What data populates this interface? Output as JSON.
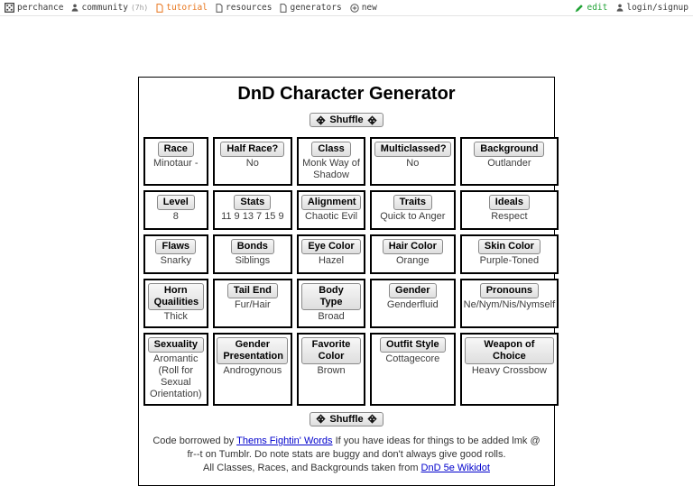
{
  "topbar": {
    "brand": "perchance",
    "community": {
      "label": "community",
      "suffix": "(7h)"
    },
    "tutorial_label": "tutorial",
    "resources_label": "resources",
    "generators_label": "generators",
    "new_label": "new",
    "edit_label": "edit",
    "login_label": "login/signup"
  },
  "colors": {
    "tutorial_orange": "#e8761e",
    "edit_green": "#21a336",
    "link_blue": "#0000cc",
    "cell_border": "#000000",
    "button_gray": "#e9e9e9"
  },
  "generator": {
    "title": "DnD Character Generator",
    "shuffle_label": "Shuffle",
    "cells": [
      {
        "label": "Race",
        "value": "Minotaur -"
      },
      {
        "label": "Half Race?",
        "value": "No"
      },
      {
        "label": "Class",
        "value": "Monk Way of Shadow"
      },
      {
        "label": "Multiclassed?",
        "value": "No"
      },
      {
        "label": "Background",
        "value": "Outlander"
      },
      {
        "label": "Level",
        "value": "8"
      },
      {
        "label": "Stats",
        "value": "11 9 13 7 15 9"
      },
      {
        "label": "Alignment",
        "value": "Chaotic Evil"
      },
      {
        "label": "Traits",
        "value": "Quick to Anger"
      },
      {
        "label": "Ideals",
        "value": "Respect"
      },
      {
        "label": "Flaws",
        "value": "Snarky"
      },
      {
        "label": "Bonds",
        "value": "Siblings"
      },
      {
        "label": "Eye Color",
        "value": "Hazel"
      },
      {
        "label": "Hair Color",
        "value": "Orange"
      },
      {
        "label": "Skin Color",
        "value": "Purple-Toned"
      },
      {
        "label": "Horn Quailities",
        "value": "Thick"
      },
      {
        "label": "Tail End",
        "value": "Fur/Hair"
      },
      {
        "label": "Body Type",
        "value": "Broad"
      },
      {
        "label": "Gender",
        "value": "Genderfluid"
      },
      {
        "label": "Pronouns",
        "value": "Ne/Nym/Nis/Nymself"
      },
      {
        "label": "Sexuality",
        "value": "Aromantic (Roll for Sexual Orientation)"
      },
      {
        "label": "Gender Presentation",
        "value": "Androgynous"
      },
      {
        "label": "Favorite Color",
        "value": "Brown"
      },
      {
        "label": "Outfit Style",
        "value": "Cottagecore"
      },
      {
        "label": "Weapon of Choice",
        "value": "Heavy Crossbow"
      }
    ],
    "footer": {
      "part1": "Code borrowed by ",
      "link1": "Thems Fightin' Words",
      "part2": " If you have ideas for things to be added lmk @ fr--t on Tumblr. Do note stats are buggy and don't always give good rolls.",
      "part3": "All Classes, Races, and Backgrounds taken from ",
      "link2": "DnD 5e Wikidot"
    }
  }
}
